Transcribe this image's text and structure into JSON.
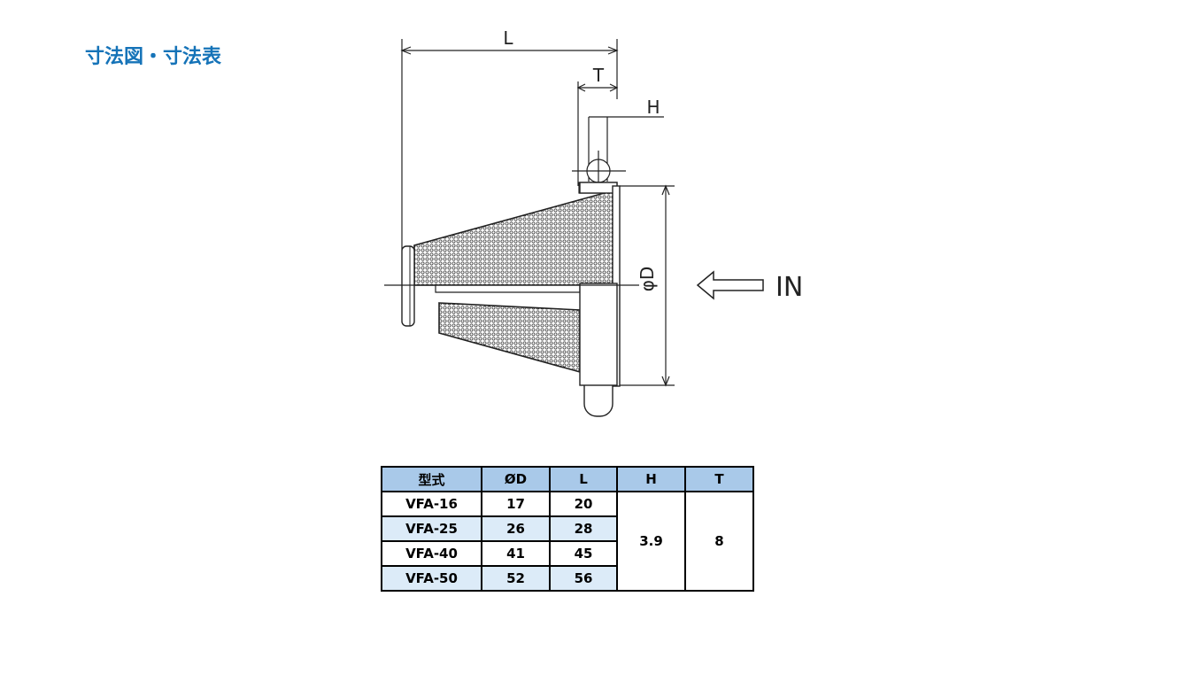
{
  "title": "寸法図・寸法表",
  "colors": {
    "title": "#1573b8",
    "header_bg": "#a9c9e9",
    "alt_row_bg": "#dcebf8",
    "line": "#222222"
  },
  "drawing_labels": {
    "L": "L",
    "T": "T",
    "H": "H",
    "D": "φD",
    "IN": "IN"
  },
  "table": {
    "headers": [
      "型式",
      "ØD",
      "L",
      "H",
      "T"
    ],
    "rows": [
      {
        "model": "VFA-16",
        "D": "17",
        "L": "20"
      },
      {
        "model": "VFA-25",
        "D": "26",
        "L": "28"
      },
      {
        "model": "VFA-40",
        "D": "41",
        "L": "45"
      },
      {
        "model": "VFA-50",
        "D": "52",
        "L": "56"
      }
    ],
    "H": "3.9",
    "T": "8"
  }
}
